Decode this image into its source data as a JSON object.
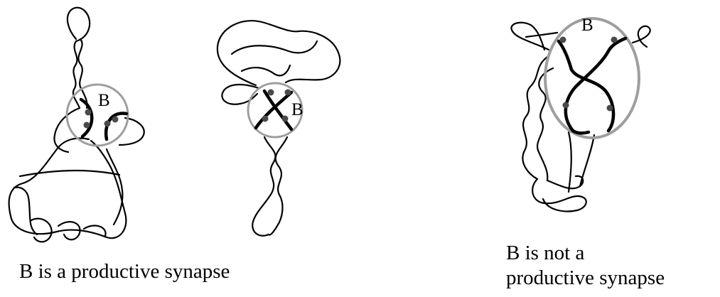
{
  "diagrams": [
    {
      "site_label": "B",
      "productive": true
    },
    {
      "site_label": "B",
      "productive": true
    },
    {
      "site_label": "B",
      "productive": false
    }
  ],
  "captions": {
    "productive": "B is a productive synapse",
    "not_productive_line1": "B is not a",
    "not_productive_line2": "productive synapse"
  },
  "colors": {
    "rope": "#000000",
    "synapse_ring": "#9e9e9e",
    "site_dot": "#4a4a4a"
  }
}
